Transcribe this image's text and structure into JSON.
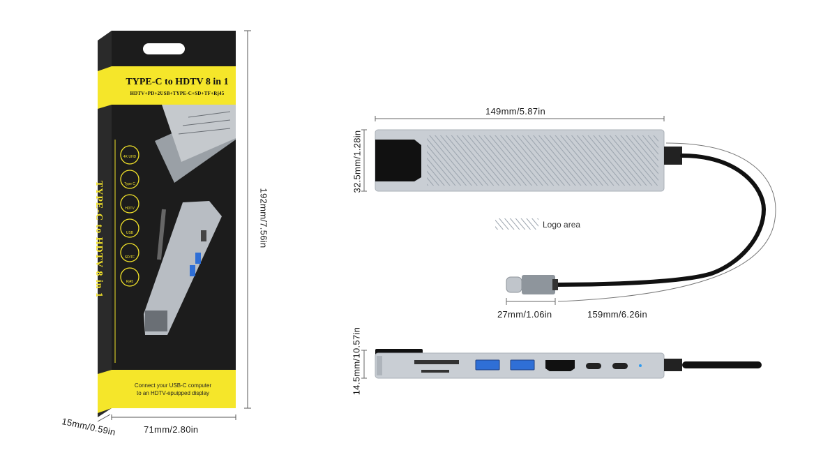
{
  "package": {
    "title": "TYPE-C to HDTV 8 in 1",
    "subtitle": "HDTV+PD+2USB+TYPE-C+SD+TF+Rj45",
    "vertical_text": "TYPE-C to HDTV 8 in 1",
    "bottom_line1": "Connect your USB-C computer",
    "bottom_line2": "to an HDTV-epuipped display",
    "features": [
      "4K UHD",
      "Type C",
      "HDTV",
      "USB",
      "SD/TF",
      "Rj45"
    ]
  },
  "dimensions": {
    "box_height": "192mm/7.56in",
    "box_width": "71mm/2.80in",
    "box_depth": "15mm/0.59in",
    "hub_length": "149mm/5.87in",
    "hub_width": "32.5mm/1.28in",
    "connector_length": "27mm/1.06in",
    "cable_length": "159mm/6.26in",
    "hub_thickness": "14.5mm/10.57in"
  },
  "labels": {
    "logo_area": "Logo area"
  },
  "colors": {
    "package_yellow": "#f5e62a",
    "package_black": "#1c1c1c",
    "hub_silver": "#c9ced4",
    "usb_blue": "#2f6fd6",
    "cable_black": "#111111"
  }
}
